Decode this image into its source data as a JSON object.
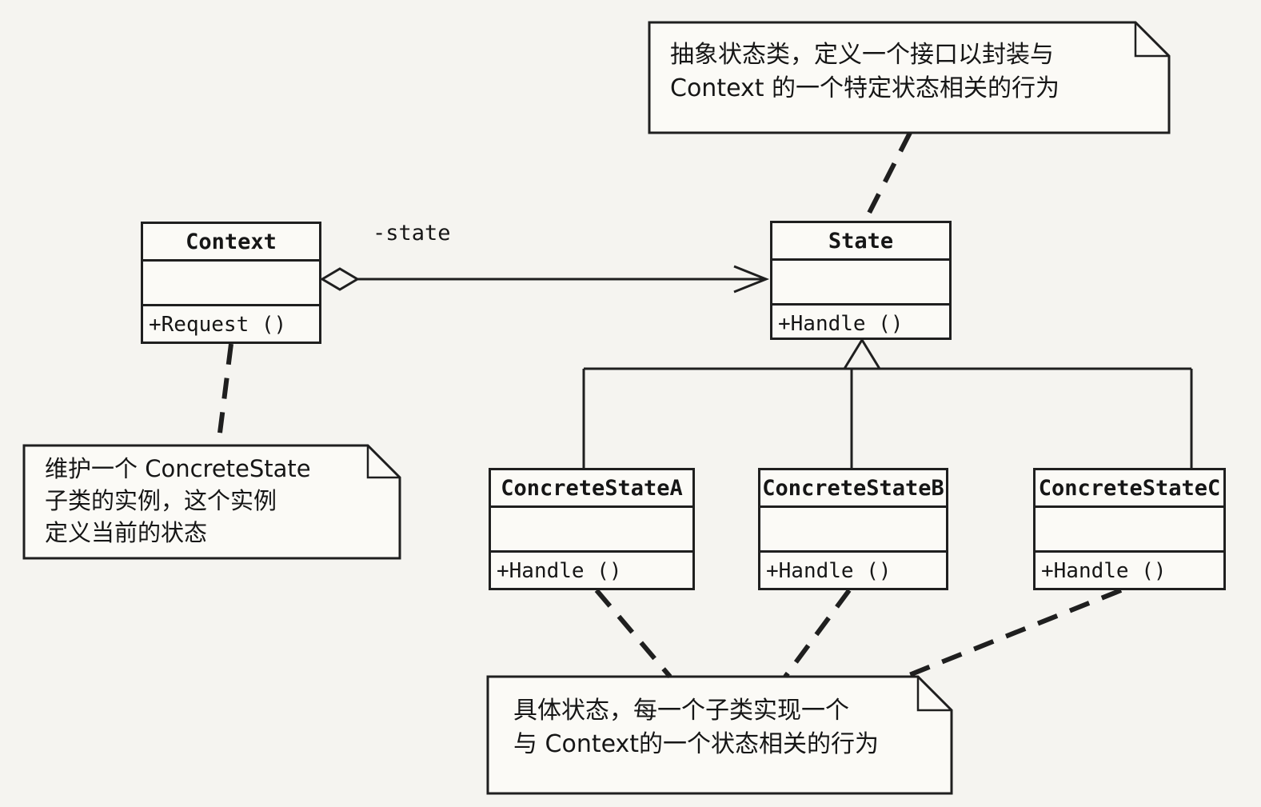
{
  "diagram_title": "State pattern UML class diagram",
  "classes": {
    "context": {
      "name": "Context",
      "method": "+Request ()"
    },
    "state": {
      "name": "State",
      "method": "+Handle ()"
    },
    "concrete_a": {
      "name": "ConcreteStateA",
      "method": "+Handle ()"
    },
    "concrete_b": {
      "name": "ConcreteStateB",
      "method": "+Handle ()"
    },
    "concrete_c": {
      "name": "ConcreteStateC",
      "method": "+Handle ()"
    }
  },
  "notes": {
    "abstract_state": {
      "line1": "抽象状态类，定义一个接口以封装与",
      "line2": "Context 的一个特定状态相关的行为"
    },
    "context_note": {
      "line1": "维护一个 ConcreteState",
      "line2": "子类的实例，这个实例",
      "line3": "定义当前的状态"
    },
    "concrete_note": {
      "line1": "具体状态，每一个子类实现一个",
      "line2": "与 Context的一个状态相关的行为"
    }
  },
  "edges": {
    "state_association": {
      "type": "aggregation",
      "label": "-state",
      "from": "Context",
      "to": "State"
    },
    "generalization": {
      "type": "generalization",
      "parent": "State",
      "children": [
        "ConcreteStateA",
        "ConcreteStateB",
        "ConcreteStateC"
      ]
    }
  },
  "colors": {
    "line": "#1f1f1f",
    "paper": "#f5f4f0",
    "box_fill": "#fbfaf6"
  }
}
